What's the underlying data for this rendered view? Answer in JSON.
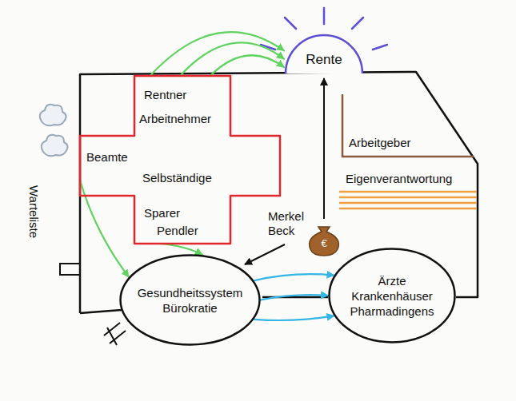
{
  "diagram": {
    "nodes": [
      {
        "text": [
          "Rente"
        ]
      },
      {
        "text": [
          "Rentner",
          "Arbeitnehmer",
          "Beamte",
          "Selbständige",
          "Sparer",
          "Pendler"
        ]
      },
      {
        "text": [
          "Gesundheitssystem",
          "Bürokratie"
        ]
      },
      {
        "text": [
          "Ärzte",
          "Krankenhäuser",
          "Pharmadingens"
        ]
      }
    ],
    "edges": [
      {
        "from": 1,
        "to": 0,
        "arrow": "to"
      },
      {
        "from": 1,
        "to": 0,
        "arrow": "to"
      },
      {
        "from": 1,
        "to": 0,
        "arrow": "to"
      },
      {
        "from": 1,
        "to": 2,
        "arrow": "to"
      },
      {
        "from": 1,
        "to": 2,
        "arrow": "to"
      },
      {
        "from": 2,
        "to": 3,
        "arrow": "to"
      },
      {
        "from": 2,
        "to": 3,
        "arrow": "to"
      },
      {
        "from": 2,
        "to": 3,
        "arrow": "to"
      }
    ],
    "labels": [
      "Warteliste",
      "Arbeitgeber",
      "Eigenverantwortung",
      "Merkel Beck",
      "€"
    ]
  }
}
